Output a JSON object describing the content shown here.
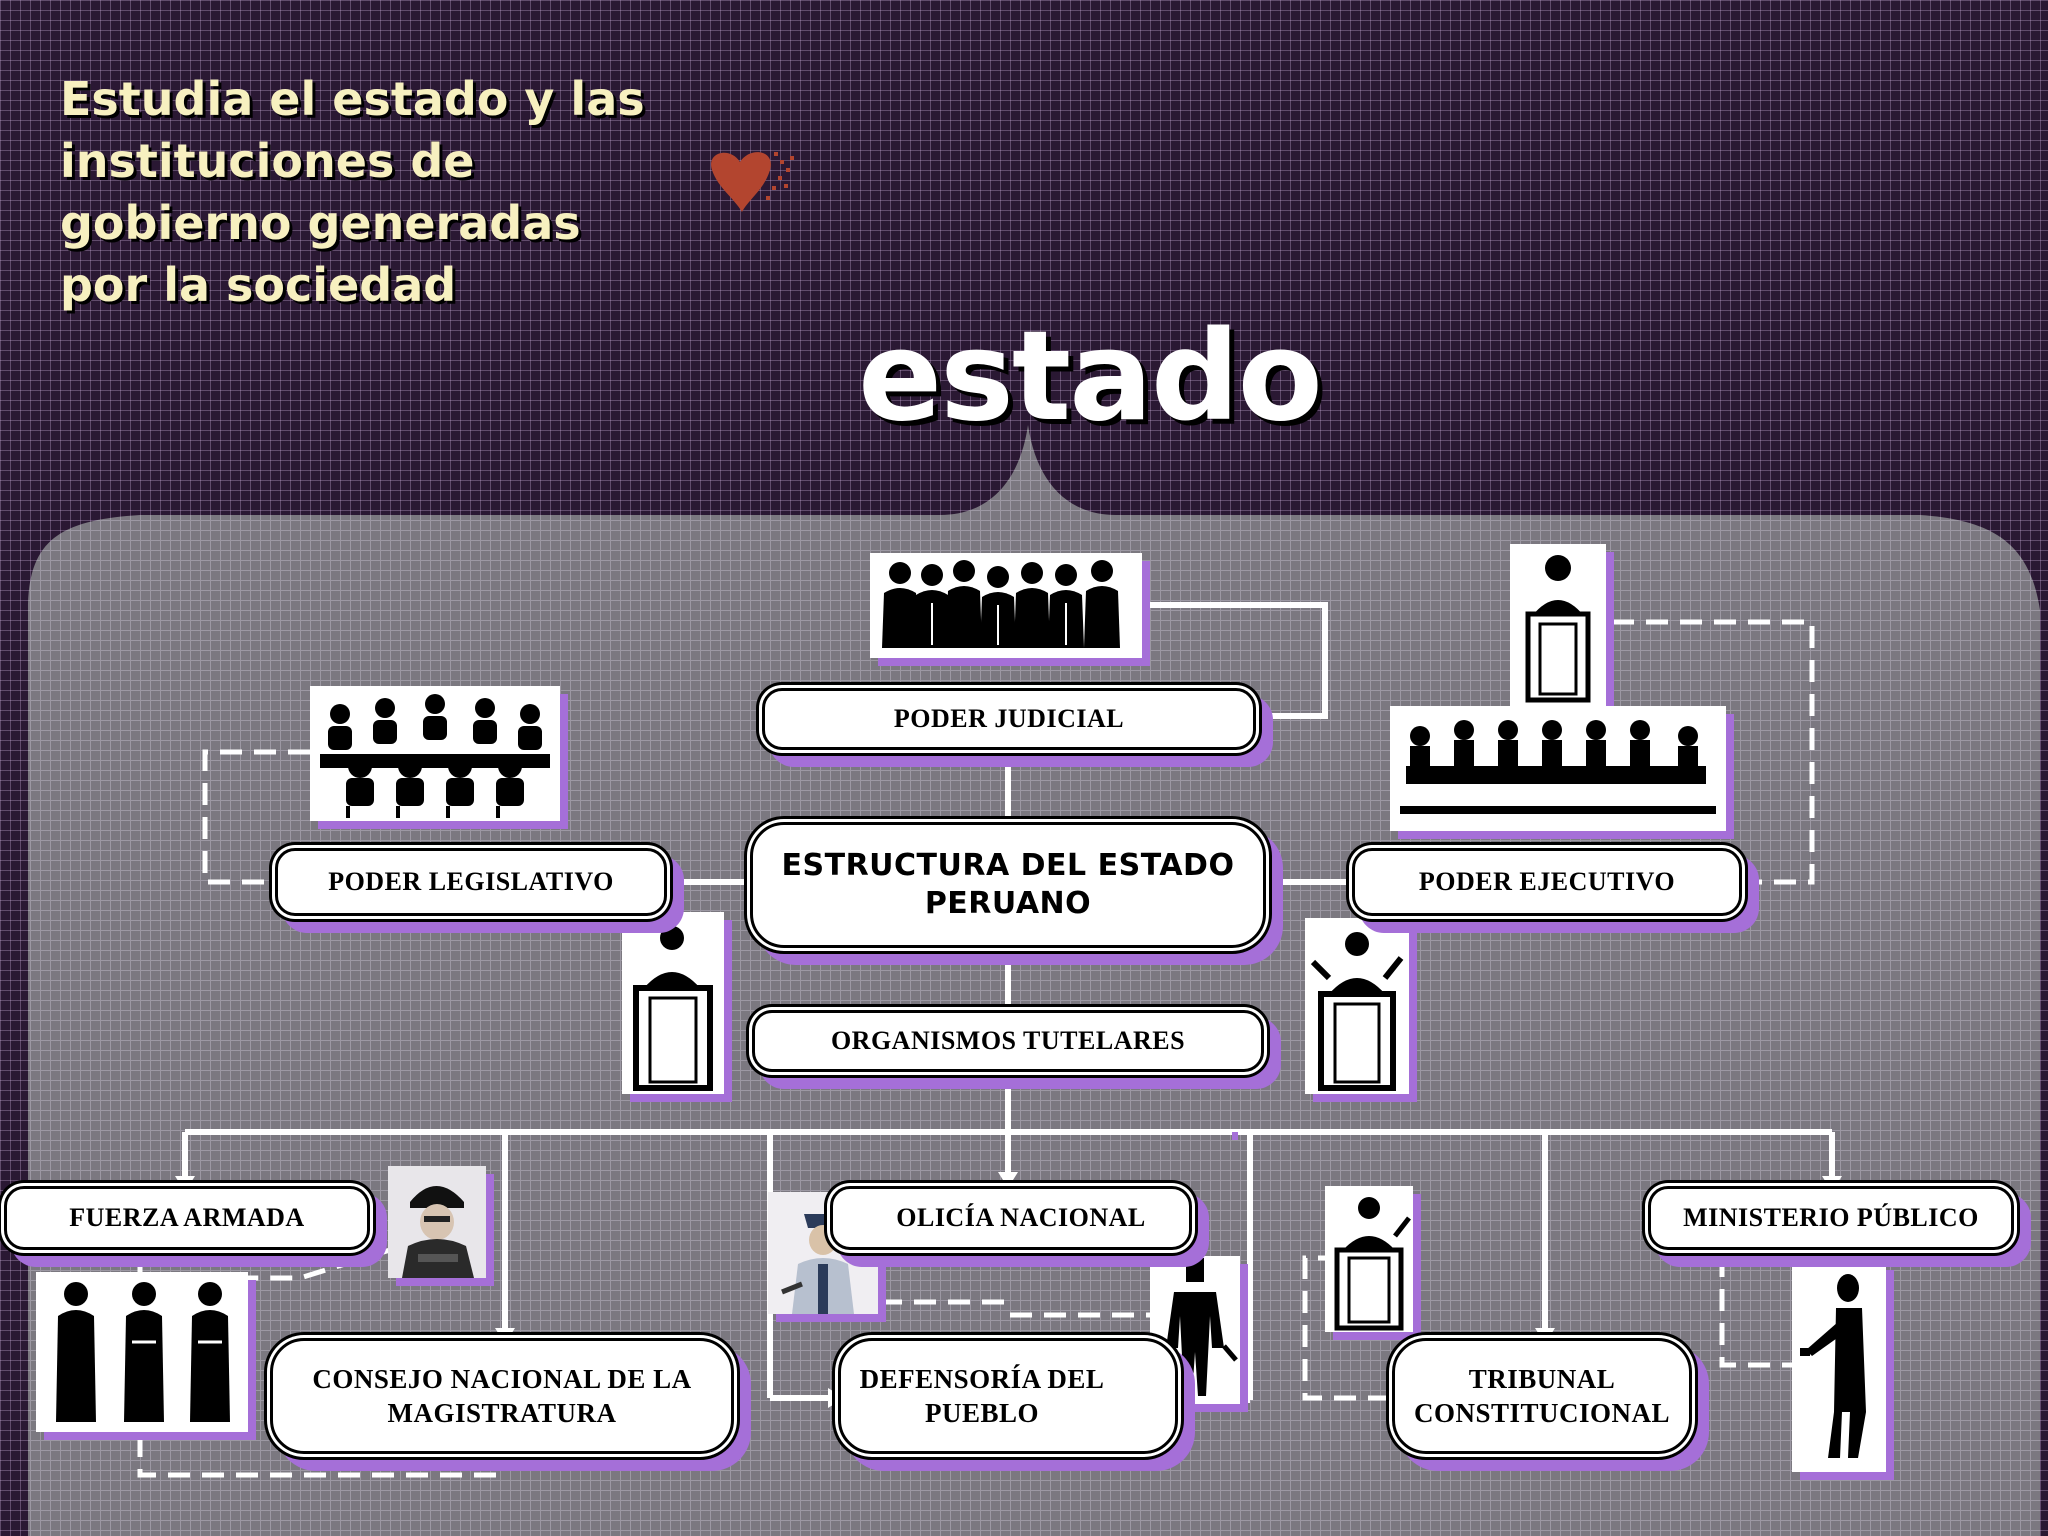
{
  "header": {
    "subtitle_lines": [
      "Estudia el estado y las",
      "instituciones de",
      "gobierno generadas",
      "por la sociedad"
    ],
    "title": "estado"
  },
  "diagram": {
    "root": "ESTRUCTURA DEL ESTADO PERUANO",
    "root_lines": [
      "ESTRUCTURA DEL ESTADO",
      "PERUANO"
    ],
    "branches": {
      "judicial": "PODER JUDICIAL",
      "legislativo": "PODER LEGISLATIVO",
      "ejecutivo": "PODER EJECUTIVO",
      "tutelares": "ORGANISMOS TUTELARES"
    },
    "organismos": {
      "fuerza_armada": "FUERZA ARMADA",
      "policia": "OLICÍA NACIONAL",
      "ministerio": "MINISTERIO PÚBLICO",
      "consejo_lines": [
        "CONSEJO NACIONAL DE LA",
        "MAGISTRATURA"
      ],
      "defensoria_lines": [
        "DEFENSORÍA DEL",
        "PUEBLO"
      ],
      "tribunal_lines": [
        "TRIBUNAL",
        "CONSTITUCIONAL"
      ]
    }
  },
  "colors": {
    "background": "#2a1833",
    "panel": "#7b7880",
    "accent": "#a56fd8",
    "subtitle": "#f7f0c0"
  },
  "icons": [
    "heart-icon",
    "judges-icon",
    "assembly-icon",
    "speaker-icon",
    "council-icon",
    "orator-icon",
    "soldier-photo-icon",
    "police-photo-icon",
    "robed-figures-icon",
    "presenter-icon"
  ]
}
